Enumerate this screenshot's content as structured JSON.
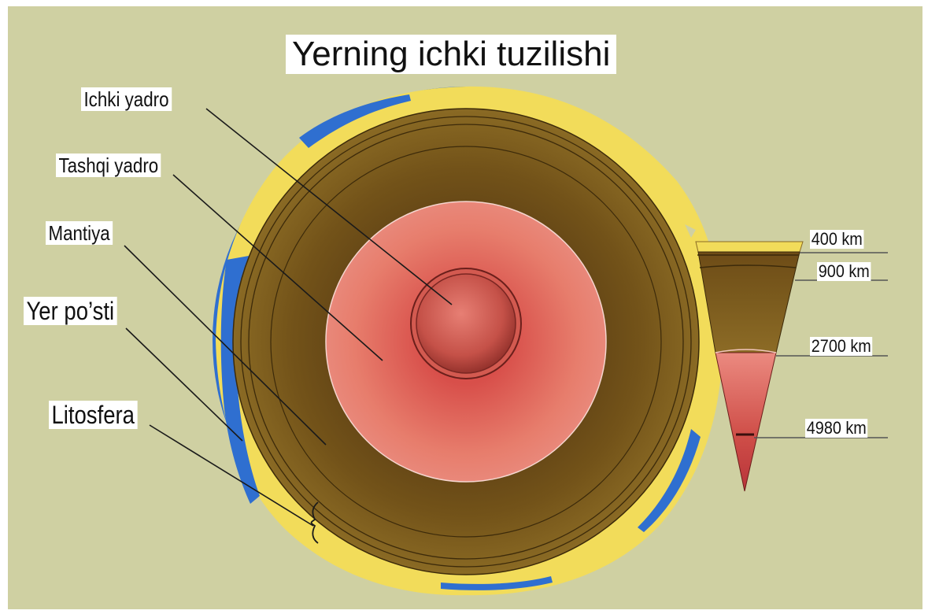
{
  "title": "Yerning  ichki tuzilishi",
  "layers": {
    "inner_core": "Ichki  yadro",
    "outer_core": "Tashqi  yadro",
    "mantle": "Mantiya",
    "crust": "Yer  po’sti",
    "lithosphere": "Litosfera"
  },
  "depths": [
    "400 km",
    "900 km",
    "2700 km",
    "4980 km"
  ],
  "colors": {
    "background": "#cfd0a2",
    "mantle": "#7d5a1e",
    "outer_core": "#de6a60",
    "inner_core": "#c75a4d",
    "crust": "#f2dc5a",
    "ocean": "#2f6fd0"
  }
}
